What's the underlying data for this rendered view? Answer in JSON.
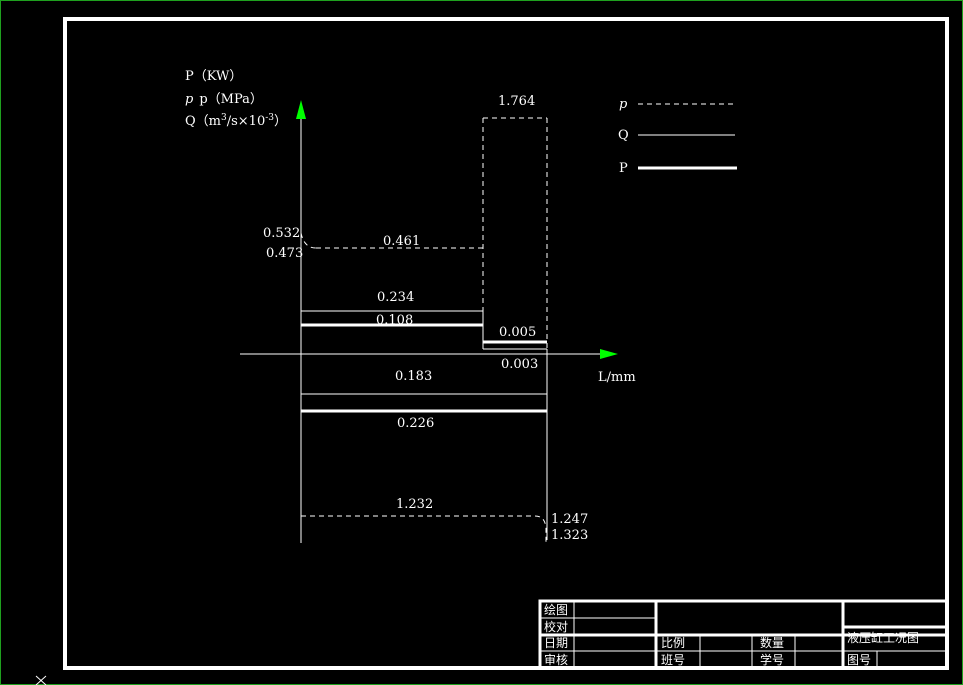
{
  "axis_labels": {
    "y_power": "P（KW）",
    "y_pressure": "p（MPa）",
    "y_flow_prefix": "Q（m",
    "y_flow_sup1": "3",
    "y_flow_mid": "/s×10",
    "y_flow_sup2": "-3",
    "y_flow_suffix": "）",
    "x": "L/mm"
  },
  "legend": {
    "pressure": "p",
    "flow": "Q",
    "power": "P"
  },
  "values": {
    "peak": "1.764",
    "p_start_a": "0.532",
    "p_start_b": "0.473",
    "p_fast": "0.461",
    "q_fast": "0.234",
    "P_fast": "0.108",
    "P_work": "0.005",
    "q_work": "0.003",
    "q_return": "0.183",
    "P_return": "0.226",
    "p_return": "1.232",
    "p_end_a": "1.247",
    "p_end_b": "1.323"
  },
  "title_block": {
    "drawn": "绘图",
    "checked": "校对",
    "date": "日期",
    "reviewed": "审核",
    "scale": "比例",
    "quantity": "数量",
    "class_no": "班号",
    "student_no": "学号",
    "title": "液压缸工况图",
    "drawing_no": "图号"
  },
  "colors": {
    "background": "#000000",
    "lines": "#ffffff",
    "axis_arrow": "#00ff00",
    "outer_border": "#1fa01f"
  }
}
